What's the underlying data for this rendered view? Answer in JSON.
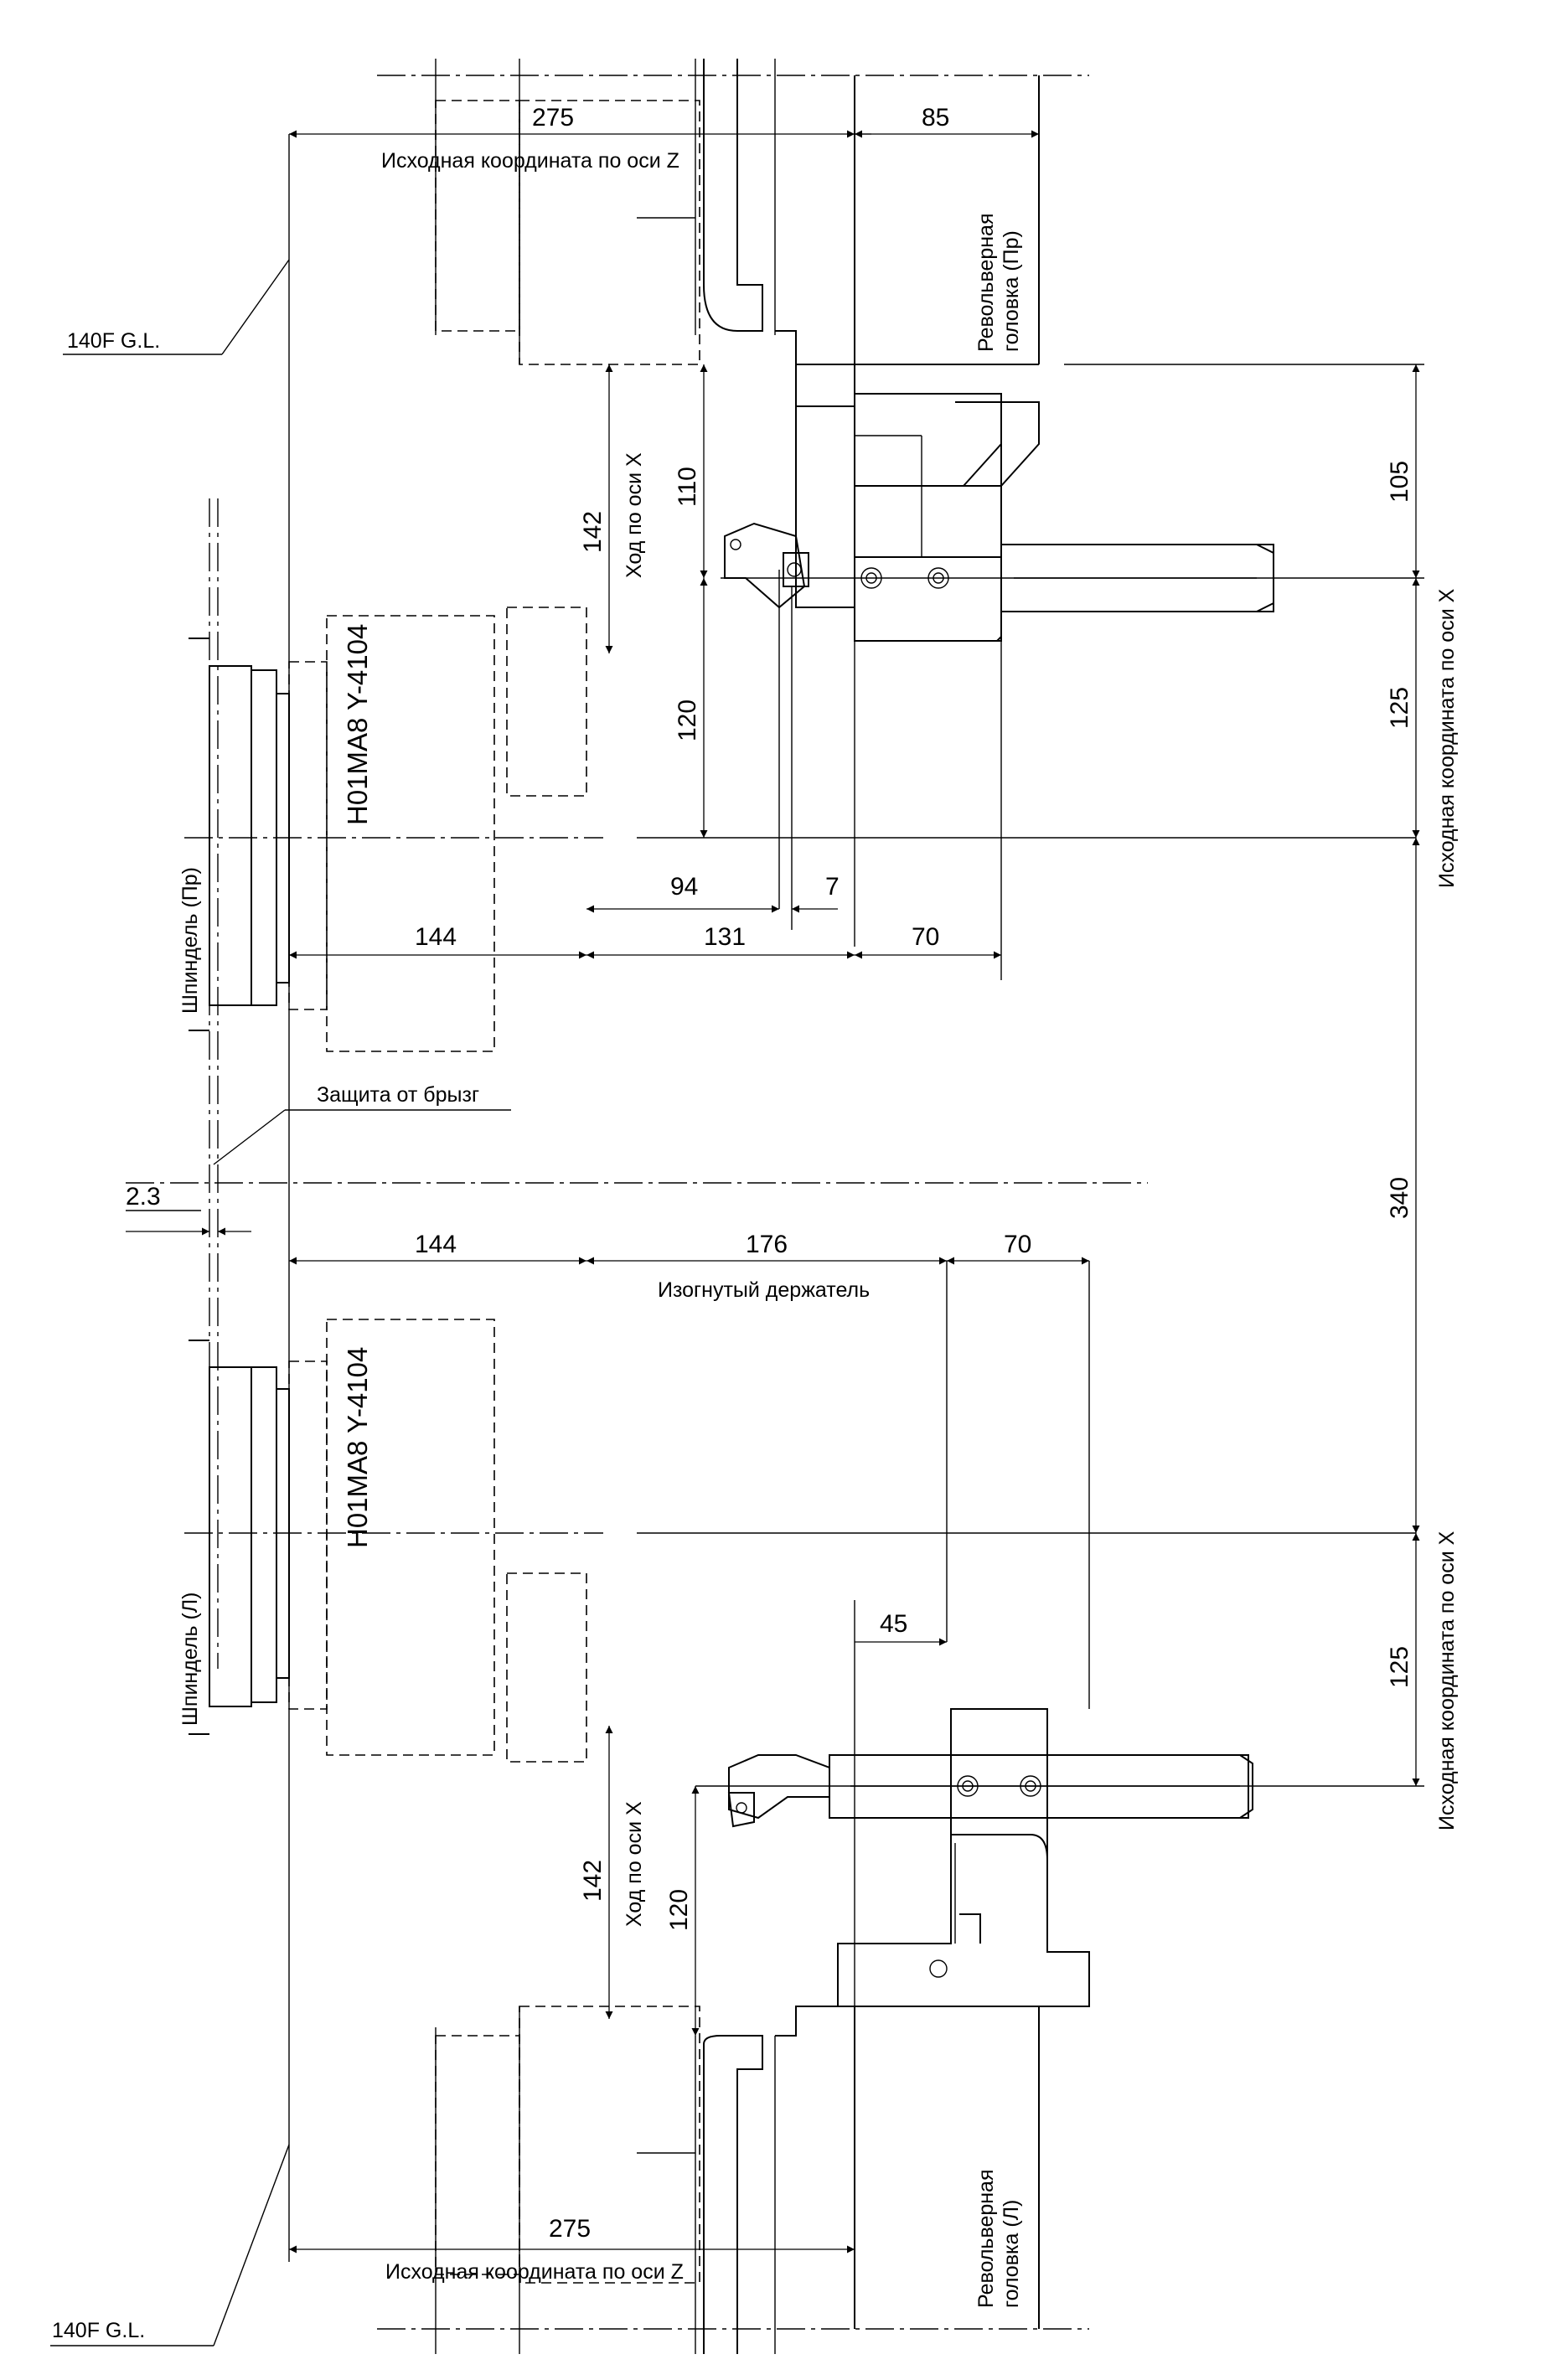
{
  "colors": {
    "line": "#000000",
    "background": "#ffffff"
  },
  "labels": {
    "z_origin_top": "Исходная координата по оси Z",
    "z_origin_bottom": "Исходная координата по оси Z",
    "turret_right": "Револьверная головка (Пр)",
    "turret_left": "Револьверная головка (Л)",
    "gl_top": "140F G.L.",
    "gl_bottom": "140F G.L.",
    "x_stroke_top": "Ход по оси X",
    "x_stroke_bottom": "Ход по оси X",
    "x_origin_right": "Исходная координата по оси X",
    "x_origin_left": "Исходная координата по оси X",
    "chuck_right": "H01MA8 Y-4104",
    "chuck_left": "H01MA8 Y-4104",
    "spindle_right": "Шпиндель (Пр)",
    "spindle_left": "Шпиндель (Л)",
    "splash_guard": "Защита от брызг",
    "bent_holder": "Изогнутый держатель"
  },
  "dimensions": {
    "d275_top": "275",
    "d85": "85",
    "d142_top": "142",
    "d110": "110",
    "d120_top": "120",
    "d105": "105",
    "d125_top": "125",
    "d94": "94",
    "d7": "7",
    "d144_top": "144",
    "d131": "131",
    "d70_top": "70",
    "d340": "340",
    "d2_3": "2.3",
    "d144_bottom": "144",
    "d176": "176",
    "d70_bottom": "70",
    "d45": "45",
    "d125_bottom": "125",
    "d142_bottom": "142",
    "d120_bottom": "120",
    "d275_bottom": "275"
  }
}
